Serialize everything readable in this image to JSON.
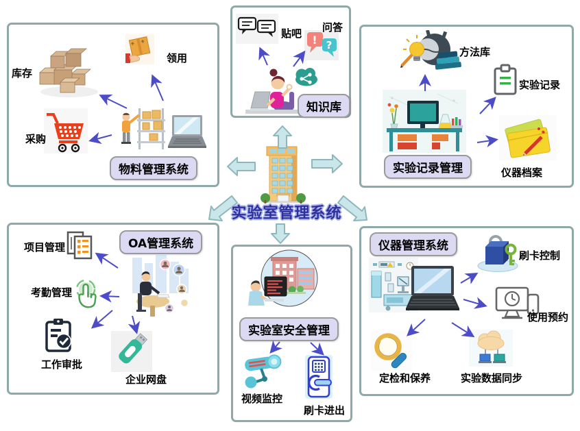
{
  "title": "实验室管理系统",
  "material": {
    "badge": "物料管理系统",
    "inventory": "库存",
    "requisition": "领用",
    "purchase": "采购"
  },
  "knowledge": {
    "badge": "知识库",
    "tieba": "贴吧",
    "qa": "问答"
  },
  "record": {
    "badge": "实验记录管理",
    "method_library": "方法库",
    "experiment_record": "实验记录",
    "instrument_archive": "仪器档案"
  },
  "oa": {
    "badge": "OA管理系统",
    "project": "项目管理",
    "attendance": "考勤管理",
    "approval": "工作审批",
    "netdisk": "企业网盘"
  },
  "safety": {
    "badge": "实验室安全管理",
    "video": "视频监控",
    "card_access": "刷卡进出"
  },
  "instrument": {
    "badge": "仪器管理系统",
    "card_control": "刷卡控制",
    "reservation": "使用预约",
    "maintenance": "定检和保养",
    "data_sync": "实验数据同步"
  },
  "glyphs": {
    "exclaim": "!",
    "question": "?"
  },
  "colors": {
    "box_border": "#8fa9a9",
    "badge_bg": "#dcd9f3",
    "big_arrow_fill": "#c9e6ea",
    "big_arrow_stroke": "#8fb6ba",
    "thin_arrow": "#4c4cc8",
    "title_color": "#2f2f9d"
  }
}
